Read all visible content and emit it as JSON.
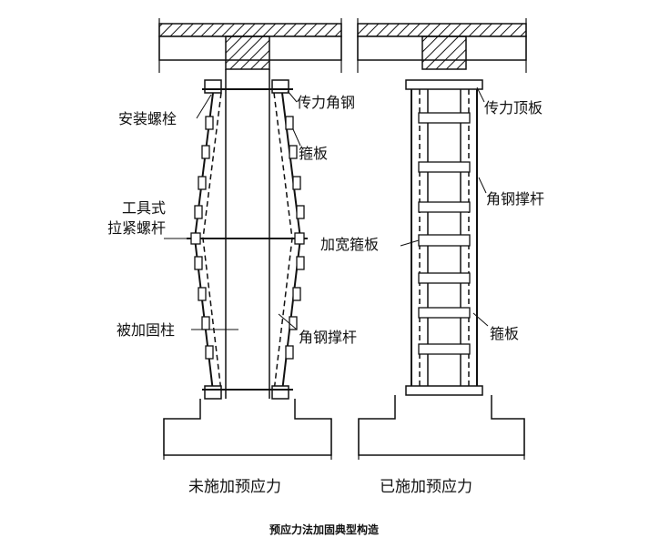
{
  "left_view": {
    "labels": {
      "load_angle": "传力角钢",
      "bolt": "安装螺栓",
      "batten": "箍板",
      "tool_line1": "工具式",
      "tool_line2": "拉紧螺杆",
      "column": "被加固柱",
      "strut": "角钢撑杆"
    },
    "caption": "未施加预应力"
  },
  "right_view": {
    "labels": {
      "top_plate": "传力顶板",
      "strut": "角钢撑杆",
      "wide_batten": "加宽箍板",
      "batten": "箍板"
    },
    "caption": "已施加预应力"
  },
  "figure_caption": "预应力法加固典型构造"
}
